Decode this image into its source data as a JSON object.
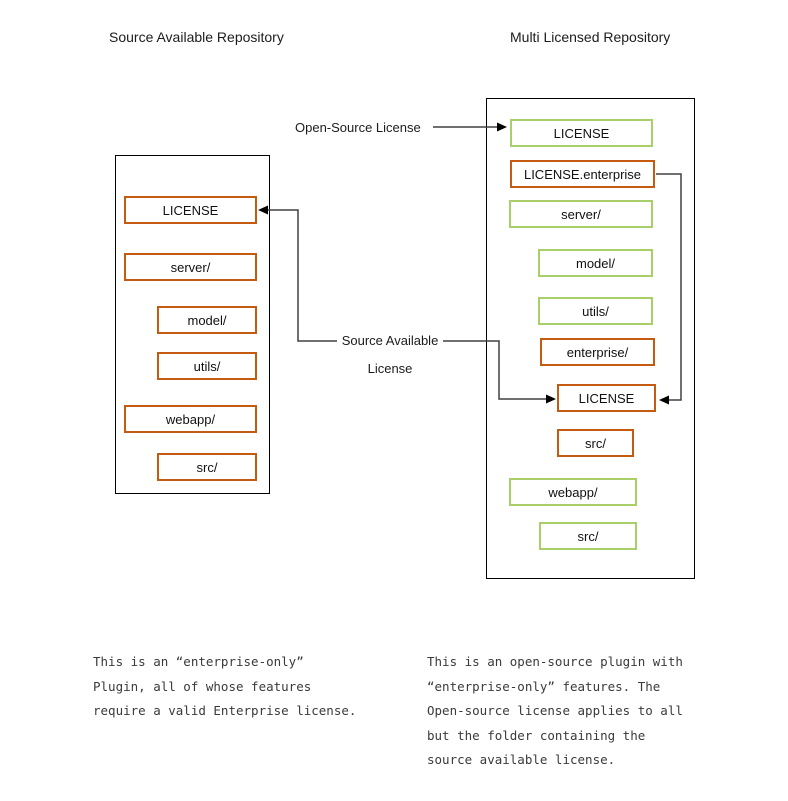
{
  "titles": {
    "left": "Source Available Repository",
    "right": "Multi Licensed Repository"
  },
  "connector_labels": {
    "open_source": "Open-Source License",
    "source_available_line1": "Source Available",
    "source_available_line2": "License"
  },
  "colors": {
    "accent_orange": "#C55A11",
    "accent_green": "#A8CF6A",
    "container_border": "#000000",
    "line": "#404040"
  },
  "left_repo": {
    "boxes": [
      {
        "label": "LICENSE",
        "color": "accent_orange"
      },
      {
        "label": "server/",
        "color": "accent_orange"
      },
      {
        "label": "model/",
        "color": "accent_orange"
      },
      {
        "label": "utils/",
        "color": "accent_orange"
      },
      {
        "label": "webapp/",
        "color": "accent_orange"
      },
      {
        "label": "src/",
        "color": "accent_orange"
      }
    ]
  },
  "right_repo": {
    "boxes": [
      {
        "label": "LICENSE",
        "color": "accent_green"
      },
      {
        "label": "LICENSE.enterprise",
        "color": "accent_orange"
      },
      {
        "label": "server/",
        "color": "accent_green"
      },
      {
        "label": "model/",
        "color": "accent_green"
      },
      {
        "label": "utils/",
        "color": "accent_green"
      },
      {
        "label": "enterprise/",
        "color": "accent_orange"
      },
      {
        "label": "LICENSE",
        "color": "accent_orange"
      },
      {
        "label": "src/",
        "color": "accent_orange"
      },
      {
        "label": "webapp/",
        "color": "accent_green"
      },
      {
        "label": "src/",
        "color": "accent_green"
      }
    ]
  },
  "notes": {
    "left": {
      "lines": [
        "This is an “enterprise-only”",
        "Plugin, all of whose features",
        "require a valid Enterprise license."
      ]
    },
    "right": {
      "lines": [
        "This is an open-source plugin with",
        "“enterprise-only” features. The",
        "Open-source license applies to all",
        "but the folder containing the",
        "source available license."
      ]
    }
  }
}
